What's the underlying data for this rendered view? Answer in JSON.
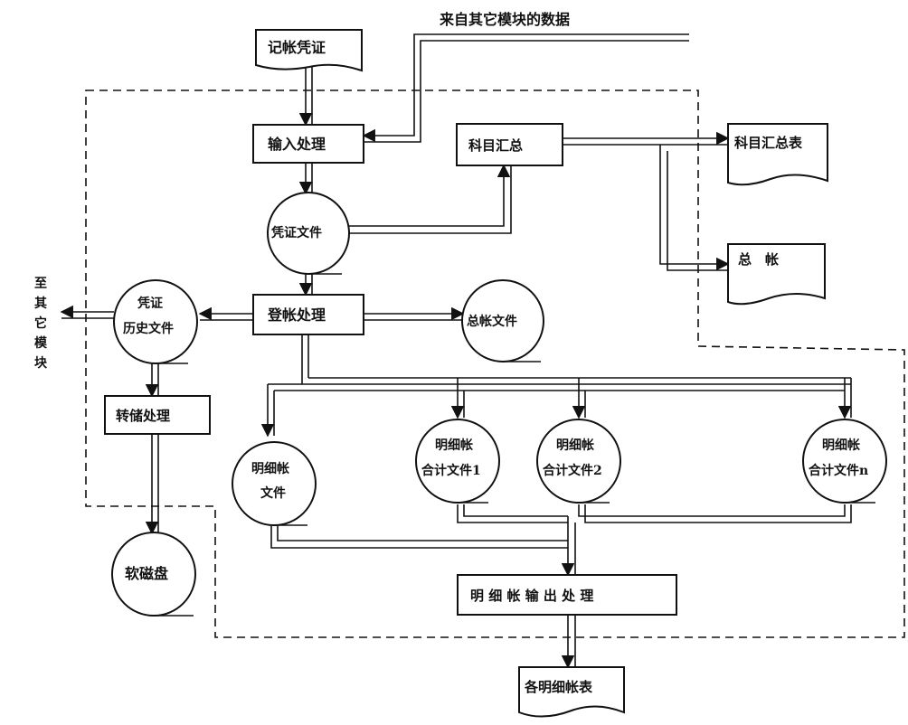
{
  "external": {
    "other_data": "来自其它模块的数据",
    "to_other_module": "至其它模块"
  },
  "nodes": {
    "voucher": "记帐凭证",
    "input_proc": "输入处理",
    "subject_summary": "科目汇总",
    "subject_summary_table": "科目汇总表",
    "general_ledger_doc": "总　帐",
    "voucher_file": "凭证文件",
    "posting_proc": "登帐处理",
    "general_ledger_file": "总帐文件",
    "voucher_history_1": "凭证",
    "voucher_history_2": "历史文件",
    "archive_proc": "转储处理",
    "floppy": "软磁盘",
    "detail_file_1": "明细帐",
    "detail_file_2": "文件",
    "detail_sum1_1": "明细帐",
    "detail_sum1_2": "合计文件1",
    "detail_sum2_1": "明细帐",
    "detail_sum2_2": "合计文件2",
    "detail_sumn_1": "明细帐",
    "detail_sumn_2": "合计文件n",
    "detail_output_proc": "明 细 帐 输 出 处 理",
    "detail_reports": "各明细帐表"
  }
}
